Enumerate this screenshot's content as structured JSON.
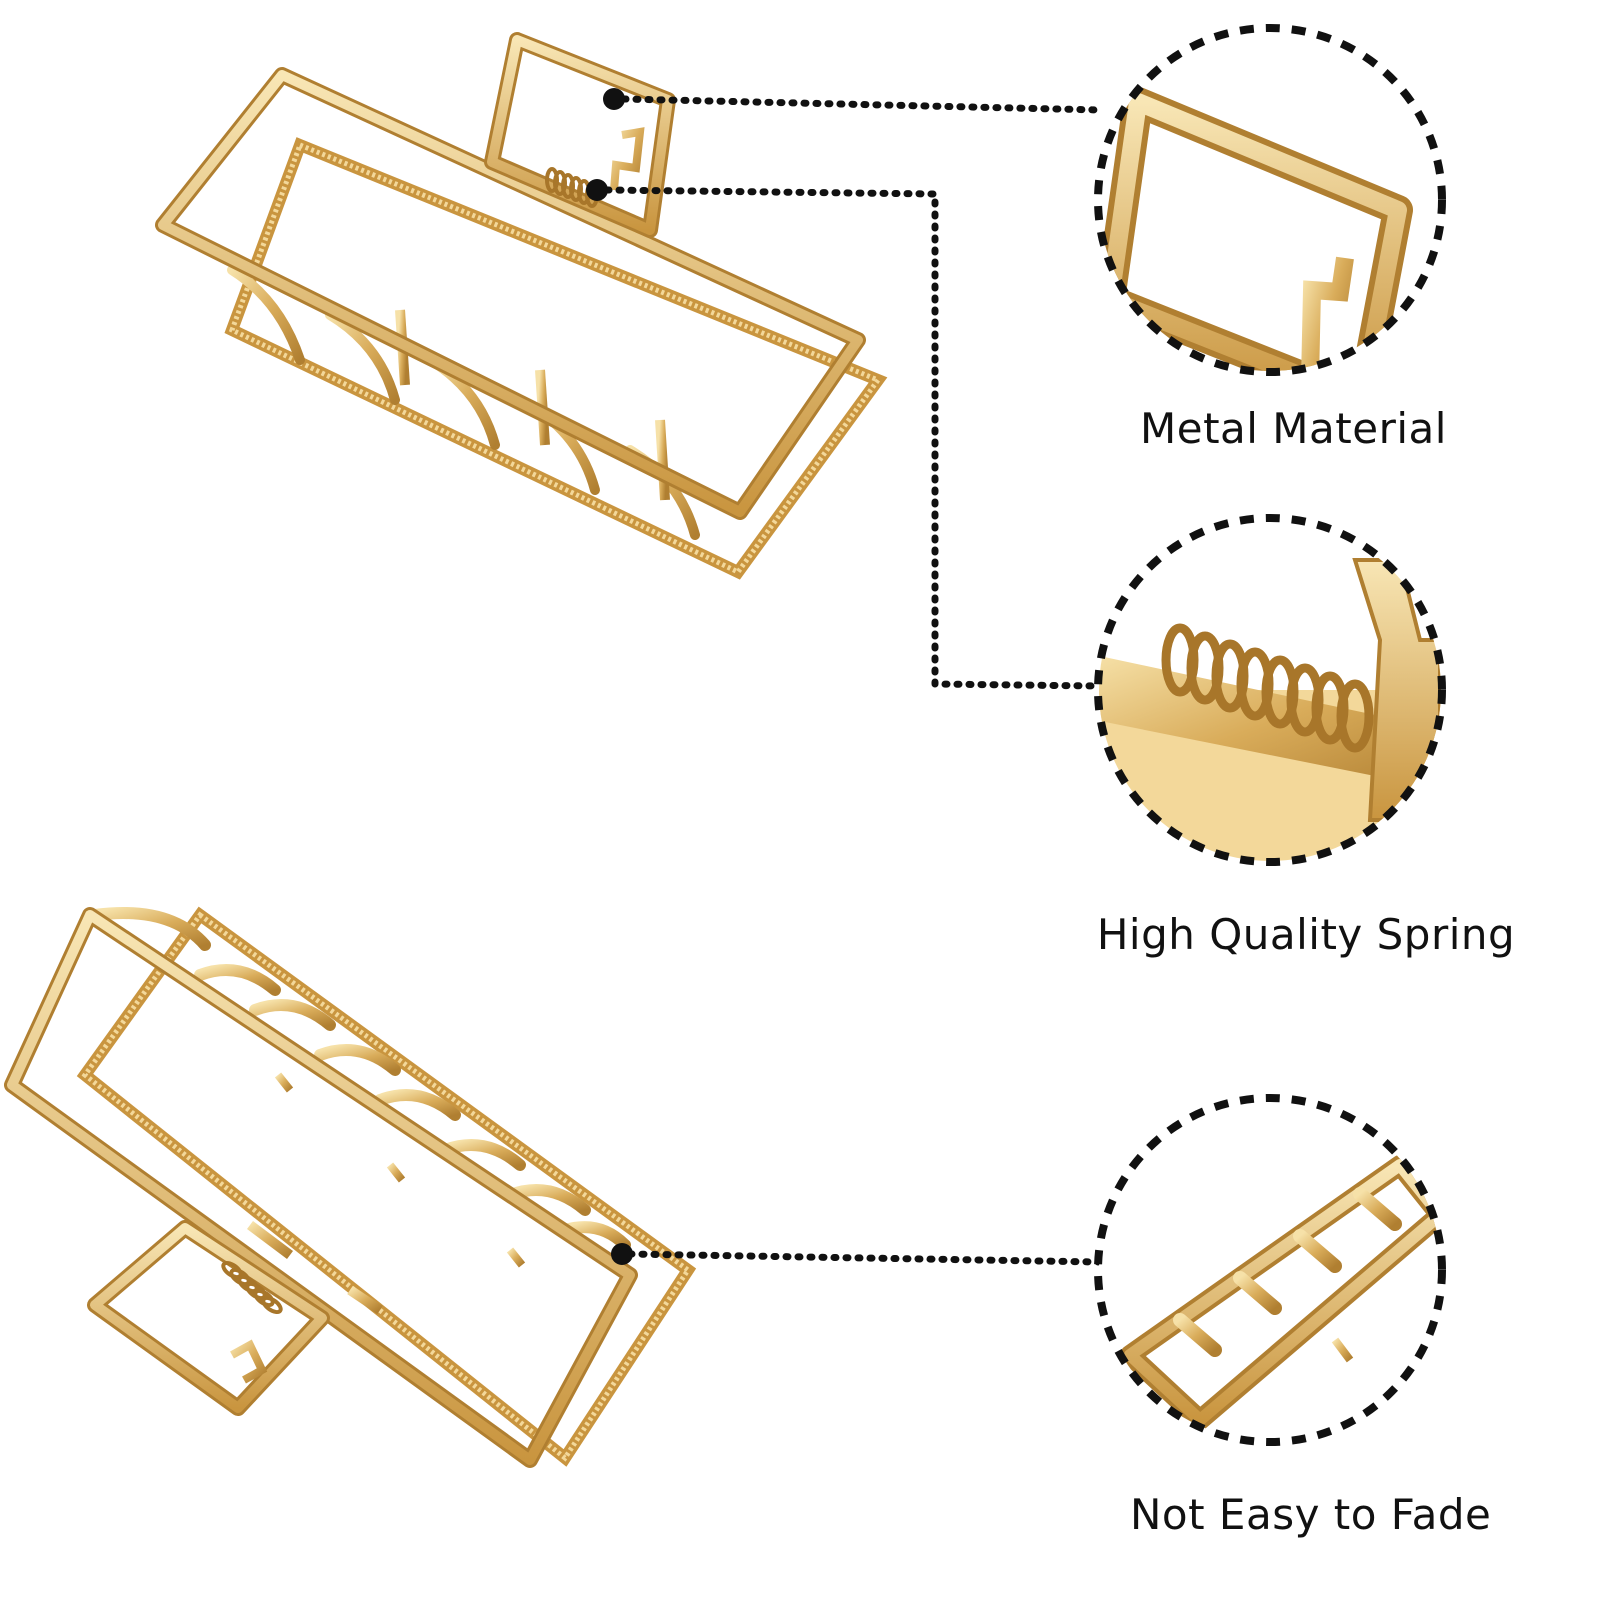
{
  "colors": {
    "gold_light": "#f3d89a",
    "gold": "#d9ac5a",
    "gold_dark": "#a8762a",
    "callout": "#111111",
    "background": "#ffffff"
  },
  "features": [
    {
      "label": "Metal Material",
      "icon": "square-handle-closeup"
    },
    {
      "label": "High Quality Spring",
      "icon": "coil-spring-closeup"
    },
    {
      "label": "Not Easy to Fade",
      "icon": "frame-rail-closeup"
    }
  ]
}
